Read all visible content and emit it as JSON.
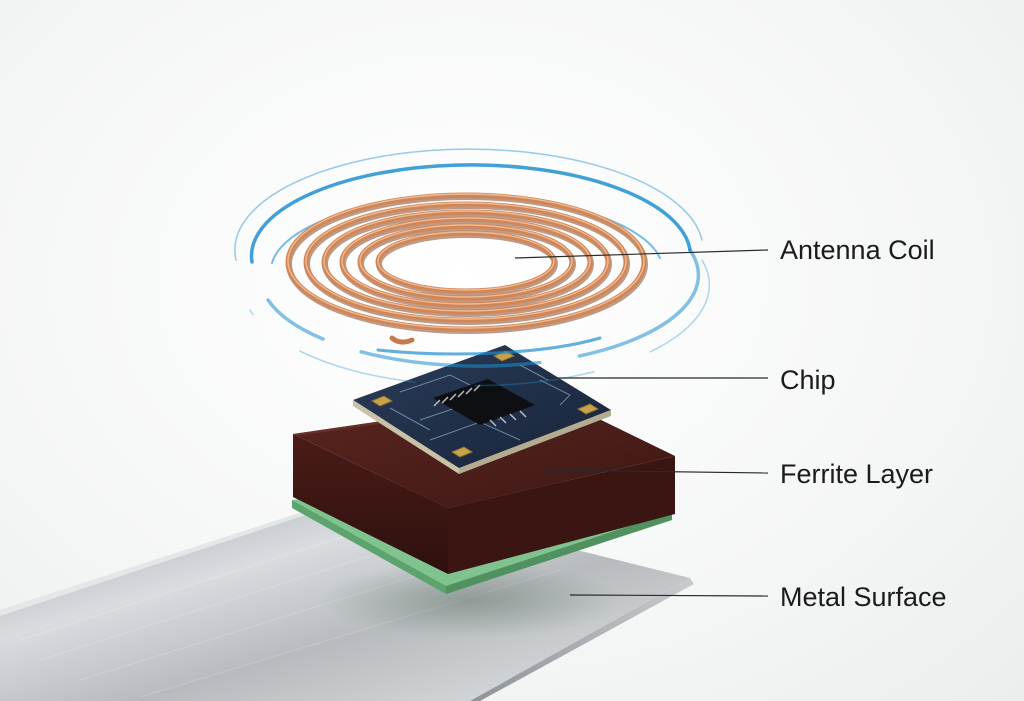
{
  "labels": {
    "antenna_coil": "Antenna Coil",
    "chip": "Chip",
    "ferrite_layer": "Ferrite Layer",
    "metal_surface": "Metal Surface"
  },
  "colors": {
    "copper": "#c8794c",
    "signal_wave": "#1f8fd0",
    "pcb": "#1e2d44",
    "ferrite": "#4a1d18",
    "green_layer": "#79c28a",
    "metal": "#bfc3c6",
    "leader_line": "#2a2a2a"
  },
  "icons": [
    "coil-icon",
    "chip-icon",
    "wave-icon"
  ]
}
